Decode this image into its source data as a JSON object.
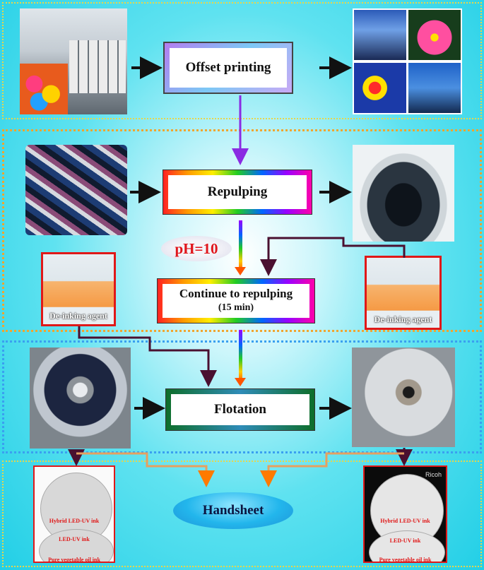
{
  "steps": {
    "offset_printing": "Offset printing",
    "repulping": "Repulping",
    "continue_line1": "Continue to repulping",
    "continue_line2": "(15 min)",
    "flotation": "Flotation",
    "handsheet": "Handsheet"
  },
  "condition": {
    "ph": "pH=10"
  },
  "labels": {
    "deinking_left": "De-inking agent",
    "deinking_right": "De-inking agent",
    "hybrid_left": "Hybrid LED-UV ink",
    "led_left": "LED-UV ink",
    "veg_left": "Pure vegetable oil ink",
    "hybrid_right": "Hybrid LED-UV ink",
    "led_right": "LED-UV ink",
    "veg_right": "Pure vegetable oil ink",
    "brand": "Ricoh"
  },
  "colors": {
    "frame_top": "#e8d64a",
    "frame_mid": "#f0a530",
    "frame_flotation": "#3aa0f0",
    "ph_text": "#e0151b",
    "arrow_dark": "#4a1030",
    "arrow_purple": "#8a2be2"
  }
}
